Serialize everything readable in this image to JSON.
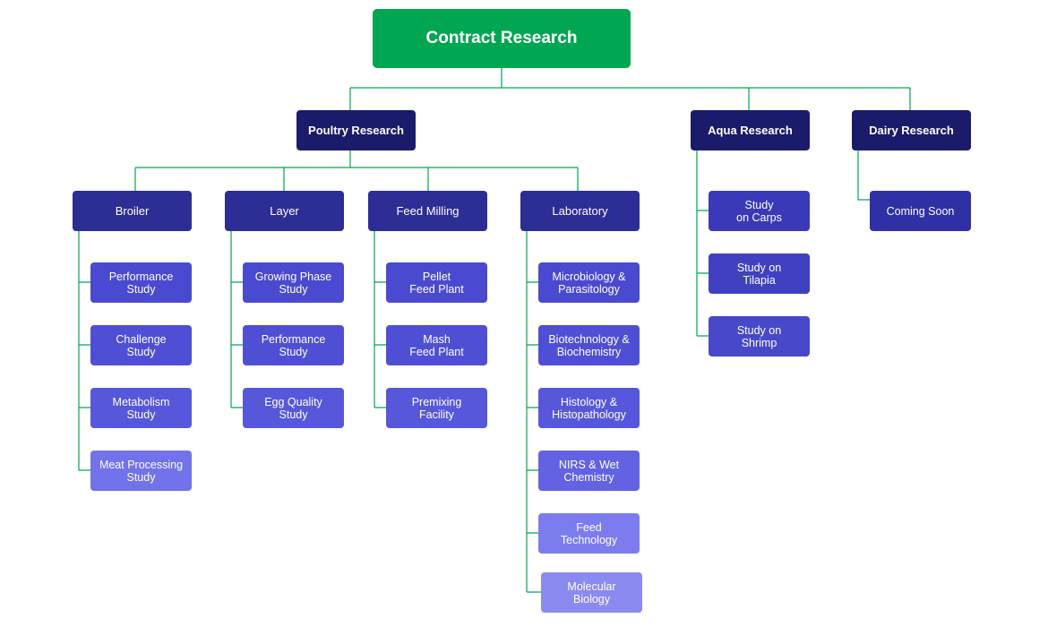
{
  "colors": {
    "root": "#00a651",
    "connector": "#00a651",
    "level1": "#1b1b6b",
    "level2": "#2d2d96",
    "leaf_dark": "#4a4ad0",
    "leaf_mid": "#6b6be8",
    "leaf_light": "#8a8af0"
  },
  "root": {
    "label": "Contract Research"
  },
  "poultry": {
    "label": "Poultry Research",
    "broiler": {
      "label": "Broiler",
      "items": [
        "Performance\nStudy",
        "Challenge\nStudy",
        "Metabolism\nStudy",
        "Meat Processing\nStudy"
      ]
    },
    "layer": {
      "label": "Layer",
      "items": [
        "Growing Phase\nStudy",
        "Performance\nStudy",
        "Egg Quality\nStudy"
      ]
    },
    "feed_milling": {
      "label": "Feed Milling",
      "items": [
        "Pellet\nFeed Plant",
        "Mash\nFeed Plant",
        "Premixing\nFacility"
      ]
    },
    "laboratory": {
      "label": "Laboratory",
      "items": [
        "Microbiology &\nParasitology",
        "Biotechnology &\nBiochemistry",
        "Histology &\nHistopathology",
        "NIRS & Wet\nChemistry",
        "Feed\nTechnology",
        "Molecular\nBiology"
      ]
    }
  },
  "aqua": {
    "label": "Aqua Research",
    "items": [
      "Study\non Carps",
      "Study on\nTilapia",
      "Study on\nShrimp"
    ]
  },
  "dairy": {
    "label": "Dairy Research",
    "items": [
      "Coming Soon"
    ]
  }
}
